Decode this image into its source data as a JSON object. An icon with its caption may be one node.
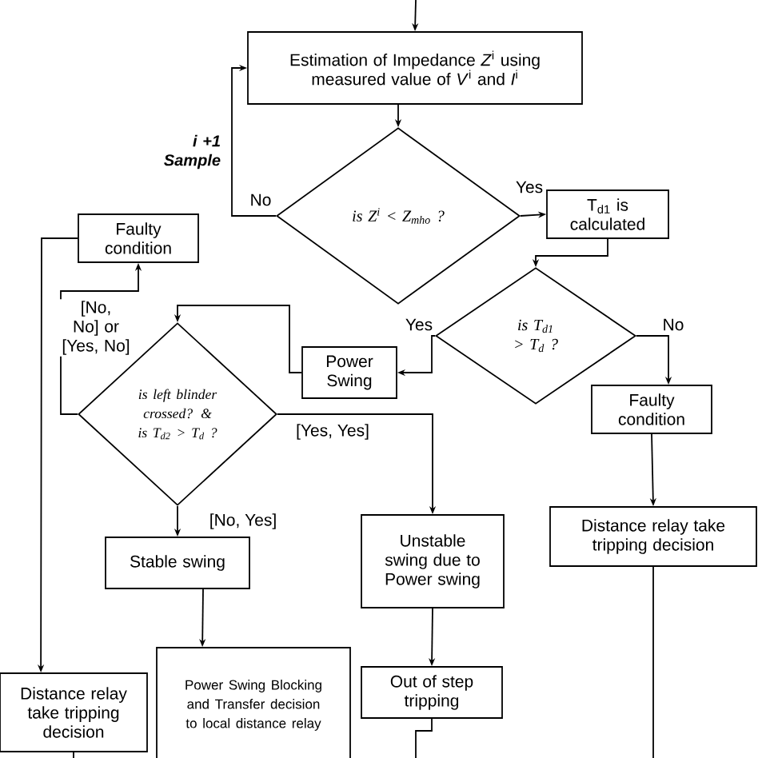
{
  "diagram": {
    "nodes": [
      {
        "text": [
          "Estimation of Impedance *Z*$^{i}$ using measured value of *V*$^{i}$ and *I*$^{i}$"
        ]
      },
      {
        "text": [
          "is Z$^{i}$ < Z$_{mho}$ ?"
        ]
      },
      {
        "text": [
          "T$_{d1}$ is calculated"
        ]
      },
      {
        "text": [
          "is T$_{d1}$ > T$_{d}$ ?"
        ]
      },
      {
        "text": [
          "Faulty condition"
        ]
      },
      {
        "text": [
          "Power Swing"
        ]
      },
      {
        "text": [
          "is left blinder crossed? & is T$_{d2}$ > T$_{d}$ ?"
        ]
      },
      {
        "text": [
          "Faulty condition"
        ]
      },
      {
        "text": [
          "Distance relay take tripping decision"
        ]
      },
      {
        "text": [
          "Stable swing"
        ]
      },
      {
        "text": [
          "Unstable swing due to Power swing"
        ]
      },
      {
        "text": [
          "Distance relay take tripping decision"
        ]
      },
      {
        "text": [
          "Power Swing Blocking and Transfer decision to local distance relay"
        ]
      },
      {
        "text": [
          "Out of step tripping"
        ]
      }
    ],
    "edges": [
      {
        "from": null,
        "to": 0,
        "arrow": "to"
      },
      {
        "from": 0,
        "to": 1,
        "arrow": "to"
      },
      {
        "from": 1,
        "to": 0,
        "arrow": "to",
        "label": "No"
      },
      {
        "from": 1,
        "to": 2,
        "arrow": "to",
        "label": "Yes"
      },
      {
        "from": 2,
        "to": 3,
        "arrow": "to"
      },
      {
        "from": 3,
        "to": 5,
        "arrow": "to",
        "label": "Yes"
      },
      {
        "from": 3,
        "to": 7,
        "arrow": "to",
        "label": "No"
      },
      {
        "from": 5,
        "to": 6,
        "arrow": "to"
      },
      {
        "from": 6,
        "to": 4,
        "arrow": "to",
        "label": "[No, No] or [Yes, No]"
      },
      {
        "from": 4,
        "to": 11,
        "arrow": "to"
      },
      {
        "from": 6,
        "to": 10,
        "arrow": "to",
        "label": "[Yes, Yes]"
      },
      {
        "from": 6,
        "to": 9,
        "arrow": "to",
        "label": "[No, Yes]"
      },
      {
        "from": 9,
        "to": 12,
        "arrow": "to"
      },
      {
        "from": 10,
        "to": 13,
        "arrow": "to"
      },
      {
        "from": 7,
        "to": 8,
        "arrow": "to"
      },
      {
        "from": 8,
        "to": null,
        "arrow": "none"
      },
      {
        "from": 11,
        "to": null,
        "arrow": "none"
      },
      {
        "from": 13,
        "to": null,
        "arrow": "none"
      }
    ],
    "labels": [
      "i +1 Sample"
    ]
  }
}
